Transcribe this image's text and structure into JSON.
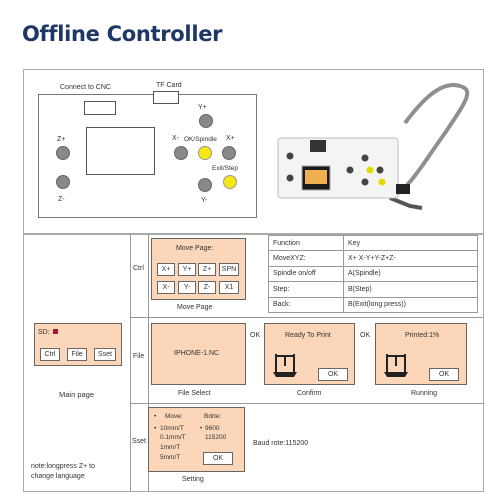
{
  "title": "Offline Controller",
  "top": {
    "connect_label": "Connect to CNC",
    "tf_card_label": "TF Card",
    "buttons": {
      "y_plus": "Y+",
      "z_plus": "Z+",
      "x_minus": "X-",
      "ok_spindle": "OK/Spindle",
      "x_plus": "X+",
      "exit_step": "Exit/Step",
      "z_minus": "Z-",
      "y_minus": "Y-"
    }
  },
  "ctrl": {
    "section_label": "Ctrl",
    "panel_title": "Move Page:",
    "keys_row1": [
      "X+",
      "Y+",
      "Z+",
      "SPN"
    ],
    "keys_row2": [
      "X-",
      "Y-",
      "Z-",
      "X1"
    ],
    "caption": "Move Page"
  },
  "key_table": [
    {
      "function": "Function",
      "key": "Key"
    },
    {
      "function": "MoveXYZ:",
      "key": "X+ X-Y+Y-Z+Z-"
    },
    {
      "function": "Spindle on/off",
      "key": "A(Spindle)"
    },
    {
      "function": "Step:",
      "key": "B(Step)"
    },
    {
      "function": "Back:",
      "key": "B(Exit(long press))"
    }
  ],
  "main_page": {
    "sd_label": "SD:",
    "buttons": [
      "Ctrl",
      "File",
      "Sset"
    ],
    "caption": "Main page"
  },
  "file": {
    "section_label": "File",
    "filename": "IPHONE-1.NC",
    "caption": "File Select",
    "ok1": "OK",
    "confirm_title": "Ready To Print",
    "confirm_ok": "OK",
    "confirm_caption": "Confirm",
    "ok2": "OK",
    "running_title": "Printed:1%",
    "running_ok": "OK",
    "running_caption": "Running"
  },
  "sset": {
    "section_label": "Sset",
    "move_label": "Move:",
    "bdrte_label": "Bdrte:",
    "speeds": [
      "10mm/T",
      "0.1mm/T",
      "1mm/T",
      "5mm/T"
    ],
    "bauds": [
      "9600",
      "115200"
    ],
    "ok": "OK",
    "caption": "Setting",
    "baud_note": "Baud rote:115200"
  },
  "note": "note:longpress Z+ to change language",
  "colors": {
    "title": "#1e3767",
    "panel": "#fbd6b8",
    "yellow_button": "#f6e812",
    "grey_button": "#888888"
  }
}
